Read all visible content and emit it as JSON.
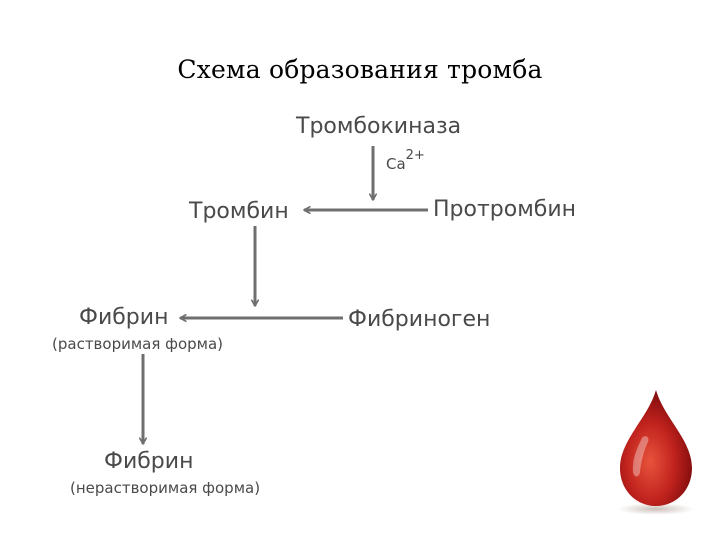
{
  "slide": {
    "title": "Схема образования тромба"
  },
  "diagram": {
    "thrombokinase": "Тромбокиназа",
    "calcium_symbol": "Ca",
    "calcium_charge": "2+",
    "thrombin": "Тромбин",
    "prothrombin": "Протромбин",
    "fibrin_soluble": "Фибрин",
    "fibrin_soluble_note": "(растворимая форма)",
    "fibrinogen": "Фибриноген",
    "fibrin_insoluble": "Фибрин",
    "fibrin_insoluble_note": "(нерастворимая форма)"
  },
  "colors": {
    "arrow": "#6f6f6f",
    "text": "#4a4a4a",
    "blood_drop": "#c0221d"
  },
  "icons": {
    "decoration": "blood-drop-icon"
  }
}
